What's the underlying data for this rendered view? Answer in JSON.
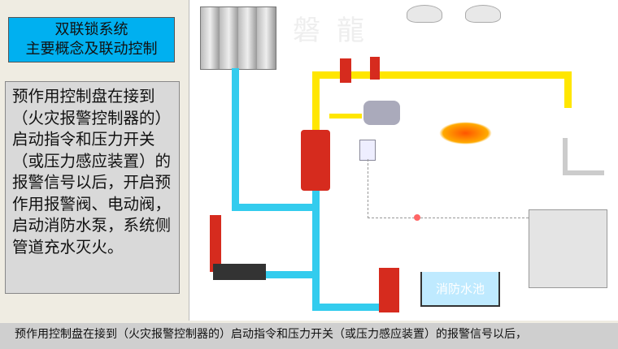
{
  "title": {
    "line1": "双联锁系统",
    "line2": "主要概念及联动控制"
  },
  "description": "预作用控制盘在接到（火灾报警控制器的）启动指令和压力开关（或压力感应装置）的报警信号以后，开启预作用报警阀、电动阀，启动消防水泵，系统侧管道充水灭火。",
  "diagram": {
    "pool_label": "消防水池",
    "watermark": "磐龍"
  },
  "caption": "预作用控制盘在接到（火灾报警控制器的）启动指令和压力开关（或压力感应装置）的报警信号以后，",
  "colors": {
    "title_bg": "#00b0f0",
    "water_pipe": "#33ccee",
    "air_pipe": "#ffe600"
  }
}
